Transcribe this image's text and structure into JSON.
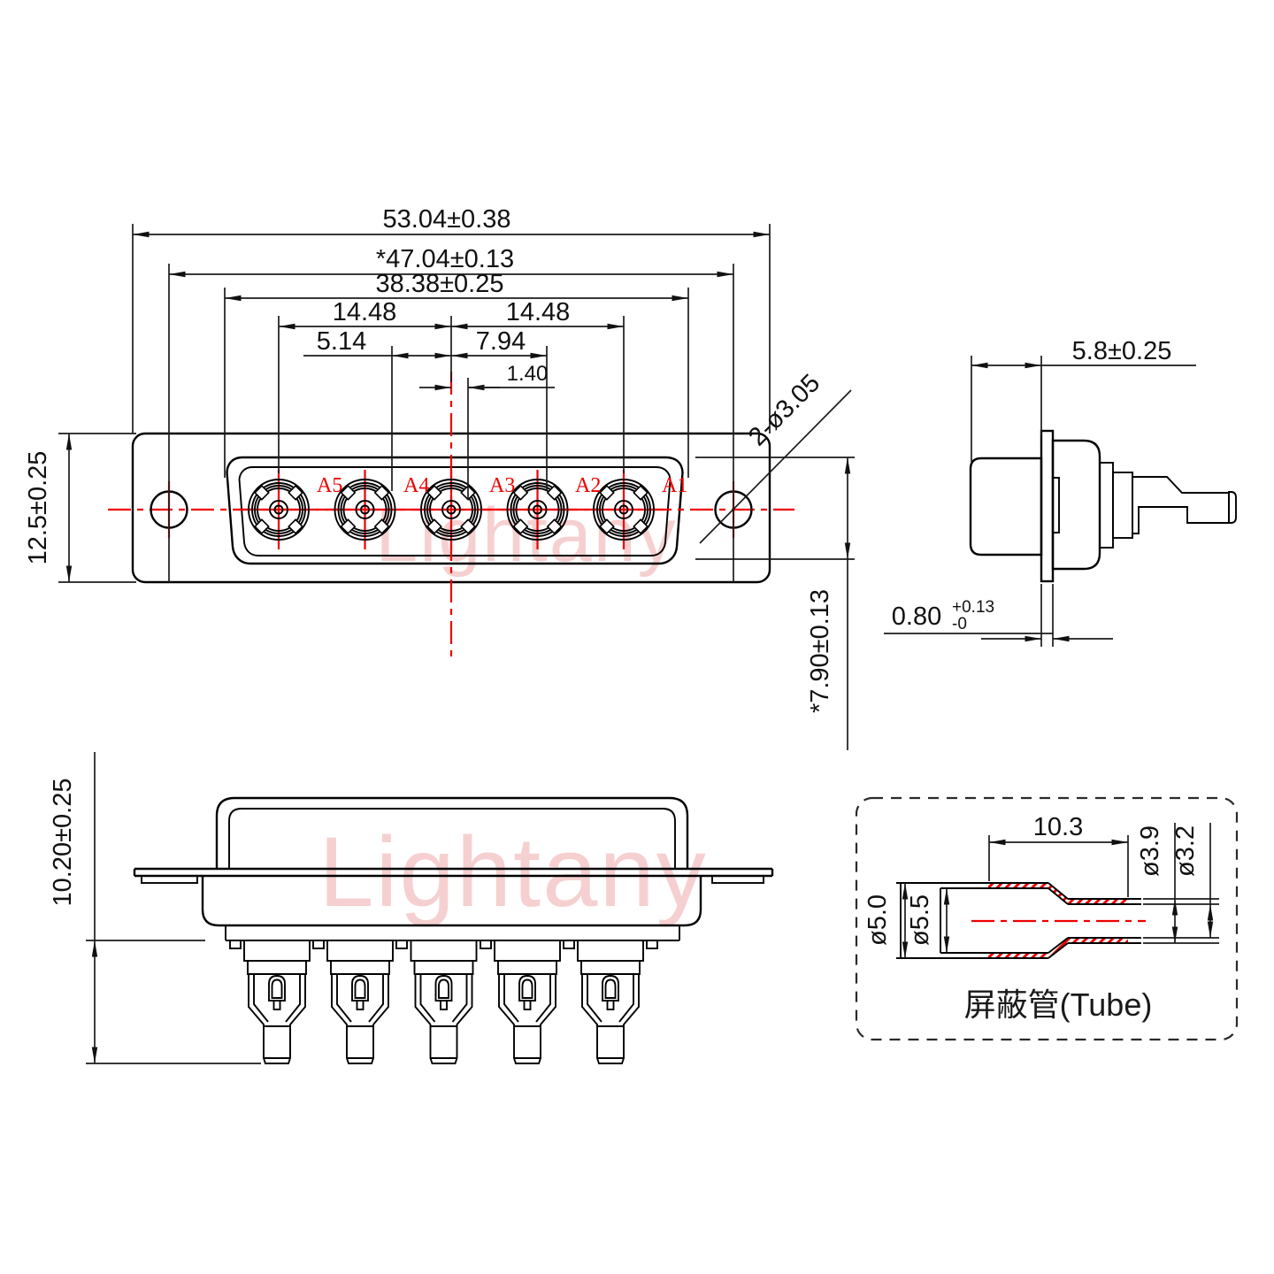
{
  "colors": {
    "line": "#000000",
    "accent_red": "#ee0000",
    "watermark_pink": "#f6d0d0",
    "background": "#ffffff"
  },
  "watermark": {
    "text": "Lightany"
  },
  "front_view": {
    "dims": {
      "total_width": "53.04±0.38",
      "mount_hole_span": "*47.04±0.13",
      "shell_width": "38.38±0.25",
      "contact_pitch": "14.48",
      "offset_left": "5.14",
      "offset_right": "7.94",
      "offset_center": "1.40",
      "flange_height": "12.5±0.25",
      "mount_hole_dia": "2-ø3.05",
      "shell_height": "*7.90±0.13"
    },
    "contact_labels": [
      "A5",
      "A4",
      "A3",
      "A2",
      "A1"
    ]
  },
  "side_view": {
    "dims": {
      "front_depth": "5.8±0.25",
      "flange_thickness": "0.80",
      "flange_thickness_tol_plus": "+0.13",
      "flange_thickness_tol_minus": "-0"
    }
  },
  "bottom_view": {
    "dims": {
      "solder_cup_length": "10.20±0.25"
    }
  },
  "tube_view": {
    "dims": {
      "neck_length": "10.3",
      "neck_outer_dia": "ø3.9",
      "neck_inner_dia": "ø3.2",
      "body_outer_dia": "ø5.0",
      "body_inner_dia": "ø5.5"
    },
    "title": "屏蔽管(Tube)"
  }
}
